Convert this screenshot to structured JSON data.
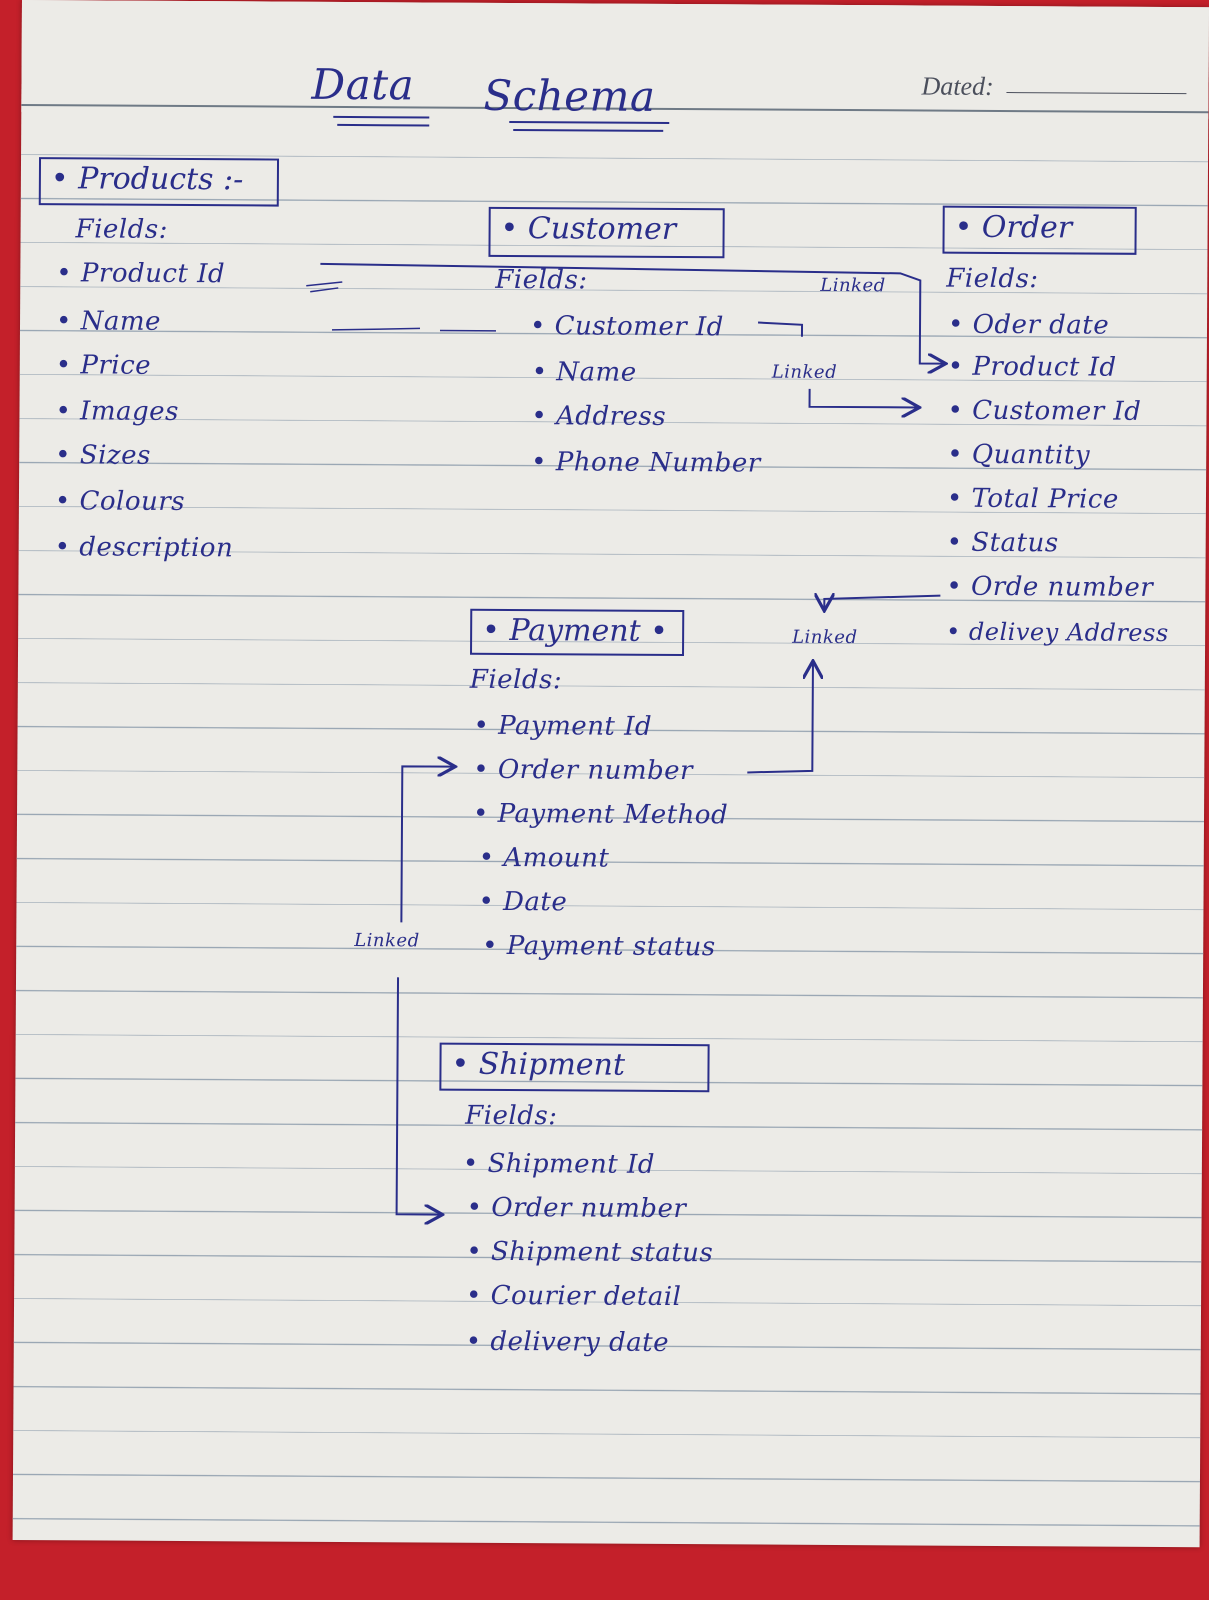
{
  "title": {
    "word1": "Data",
    "word2": "Schema"
  },
  "dated_label": "Dated:",
  "fields_label": "Fields:",
  "link_label": "Linked",
  "entities": {
    "products": {
      "name": "Products",
      "fields": [
        "Product Id",
        "Name",
        "Price",
        "Images",
        "Sizes",
        "Colours",
        "description"
      ]
    },
    "customer": {
      "name": "Customer",
      "fields": [
        "Customer Id",
        "Name",
        "Address",
        "Phone Number"
      ]
    },
    "order": {
      "name": "Order",
      "fields": [
        "Oder date",
        "Product Id",
        "Customer Id",
        "Quantity",
        "Total Price",
        "Status",
        "Orde number",
        "delivey Address"
      ]
    },
    "payment": {
      "name": "Payment",
      "fields": [
        "Payment Id",
        "Order number",
        "Payment Method",
        "Amount",
        "Date",
        "Payment status"
      ]
    },
    "shipment": {
      "name": "Shipment",
      "fields": [
        "Shipment Id",
        "Order number",
        "Shipment status",
        "Courier detail",
        "delivery date"
      ]
    }
  },
  "colors": {
    "ink": "#2a2e8a",
    "paper": "#ecebe7",
    "background": "#c4202a"
  }
}
